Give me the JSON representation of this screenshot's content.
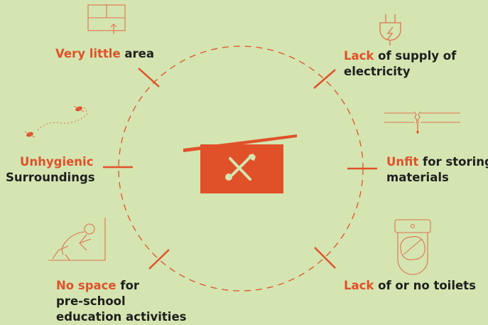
{
  "colors": {
    "background": "#d4e5b1",
    "accent": "#e0512a",
    "text": "#1f1f1f",
    "icon_stroke": "#e0734f"
  },
  "center_icon": "tools-wrench-screwdriver-icon",
  "labels": {
    "top_left": {
      "highlight": "Very little",
      "rest": " area",
      "icon": "window-icon"
    },
    "top_right": {
      "highlight": "Lack",
      "rest": " of supply of",
      "line2": "electricity",
      "icon": "plug-icon"
    },
    "mid_left": {
      "highlight": "Unhygienic",
      "line2": "Surroundings",
      "icon": "flies-icon"
    },
    "mid_right": {
      "highlight": "Unfit",
      "rest": " for storing",
      "line2": "materials",
      "icon": "leaking-pipe-icon"
    },
    "bottom_left": {
      "highlight": "No space",
      "rest": " for",
      "line2": "pre-school",
      "line3": "education activities",
      "icon": "cramped-person-icon"
    },
    "bottom_right": {
      "highlight": "Lack",
      "rest": " of or no toilets",
      "icon": "toilet-icon"
    }
  }
}
